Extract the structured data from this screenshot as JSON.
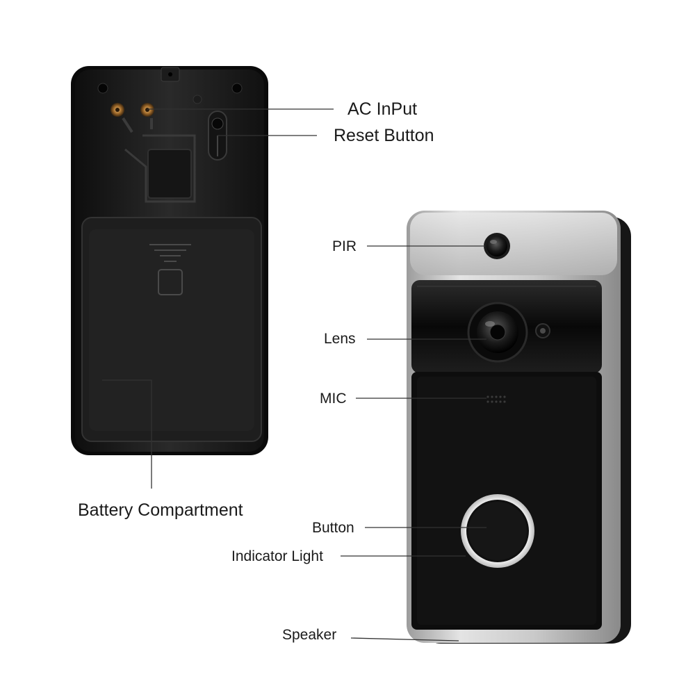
{
  "diagram": {
    "labels": {
      "ac_input": "AC InPut",
      "reset_button": "Reset Button",
      "battery_compartment": "Battery Compartment",
      "pir": "PIR",
      "lens": "Lens",
      "mic": "MIC",
      "button": "Button",
      "indicator_light": "Indicator Light",
      "speaker": "Speaker"
    }
  }
}
